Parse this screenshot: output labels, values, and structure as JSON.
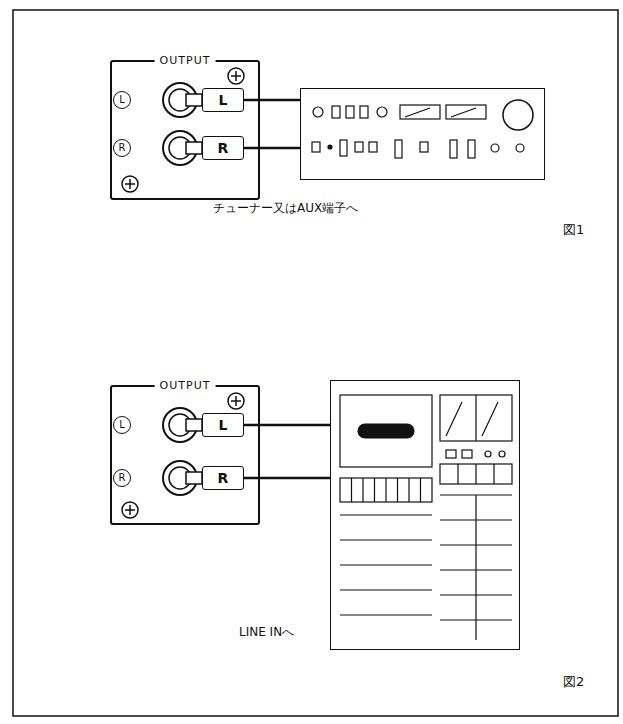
{
  "diagram": {
    "nodes": [
      {
        "text": [
          "OUTPUT"
        ]
      },
      {
        "text": [
          "L"
        ],
        "in": 0
      },
      {
        "text": [
          "R"
        ],
        "in": 0
      },
      {
        "text": [
          "チューナー又はAUX端子へ"
        ]
      },
      {
        "text": [
          "OUTPUT"
        ]
      },
      {
        "text": [
          "L"
        ],
        "in": 4
      },
      {
        "text": [
          "R"
        ],
        "in": 4
      },
      {
        "text": [
          "LINE INへ"
        ]
      }
    ],
    "edges": [
      {
        "from": 1,
        "to": 3,
        "arrow": "none"
      },
      {
        "from": 2,
        "to": 3,
        "arrow": "none"
      },
      {
        "from": 5,
        "to": 7,
        "arrow": "none"
      },
      {
        "from": 6,
        "to": 7,
        "arrow": "none"
      }
    ],
    "labels": [
      "L",
      "R",
      "図1",
      "L",
      "R",
      "図2"
    ]
  }
}
